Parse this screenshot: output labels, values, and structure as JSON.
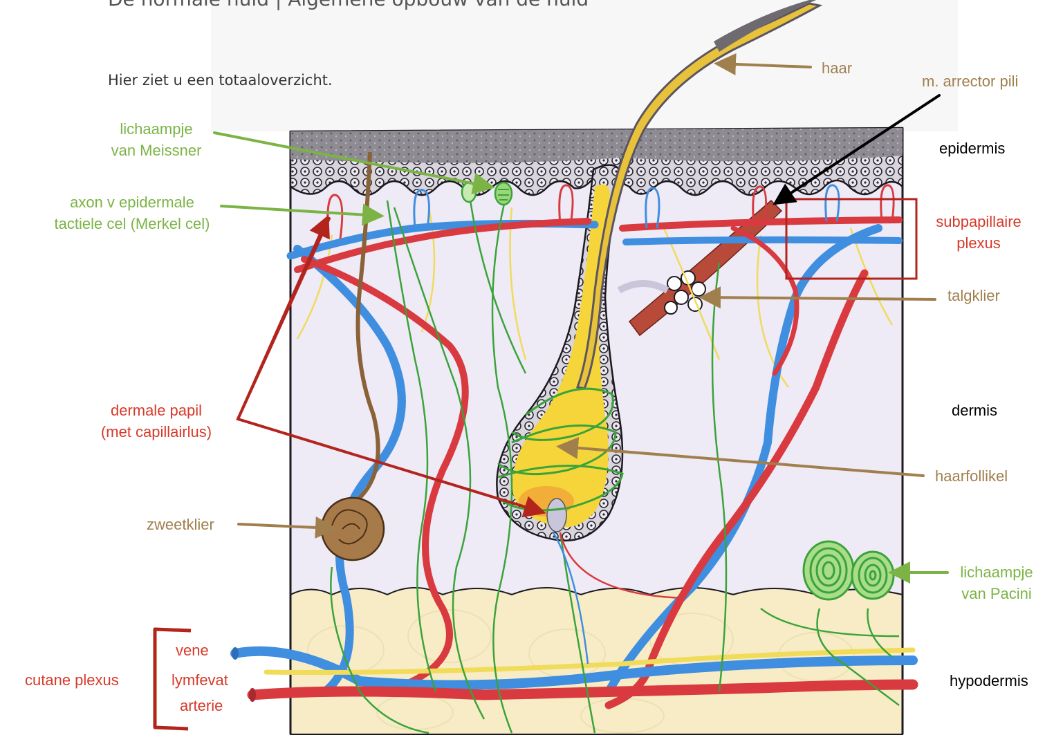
{
  "header": {
    "title": "De normale huid  |  Algemene opbouw van de huid",
    "subtitle": "Hier ziet u een totaaloverzicht."
  },
  "labels": {
    "haar": "haar",
    "arrector": "m. arrector pili",
    "epidermis": "epidermis",
    "meissner": [
      "lichaampje",
      "van Meissner"
    ],
    "merkel": [
      "axon v epidermale",
      "tactiele cel (Merkel cel)"
    ],
    "subpapillaire": [
      "subpapillaire",
      "plexus"
    ],
    "talgklier": "talgklier",
    "dermale_papil": [
      "dermale papil",
      "(met capillairlus)"
    ],
    "dermis": "dermis",
    "haarfollikel": "haarfollikel",
    "zweetklier": "zweetklier",
    "pacini": [
      "lichaampje",
      "van Pacini"
    ],
    "vene": "vene",
    "lymfevat": "lymfevat",
    "arterie": "arterie",
    "cutane_plexus": "cutane plexus",
    "hypodermis": "hypodermis"
  },
  "colors": {
    "green_label": "#7bb445",
    "brown_label": "#a07f4d",
    "red_label": "#d73a2a",
    "artery": "#d83a3f",
    "vein": "#3f8ee0",
    "nerve": "#3aa33a",
    "lymph": "#f0dc5a",
    "hair_follicle": "#f5d53a"
  }
}
